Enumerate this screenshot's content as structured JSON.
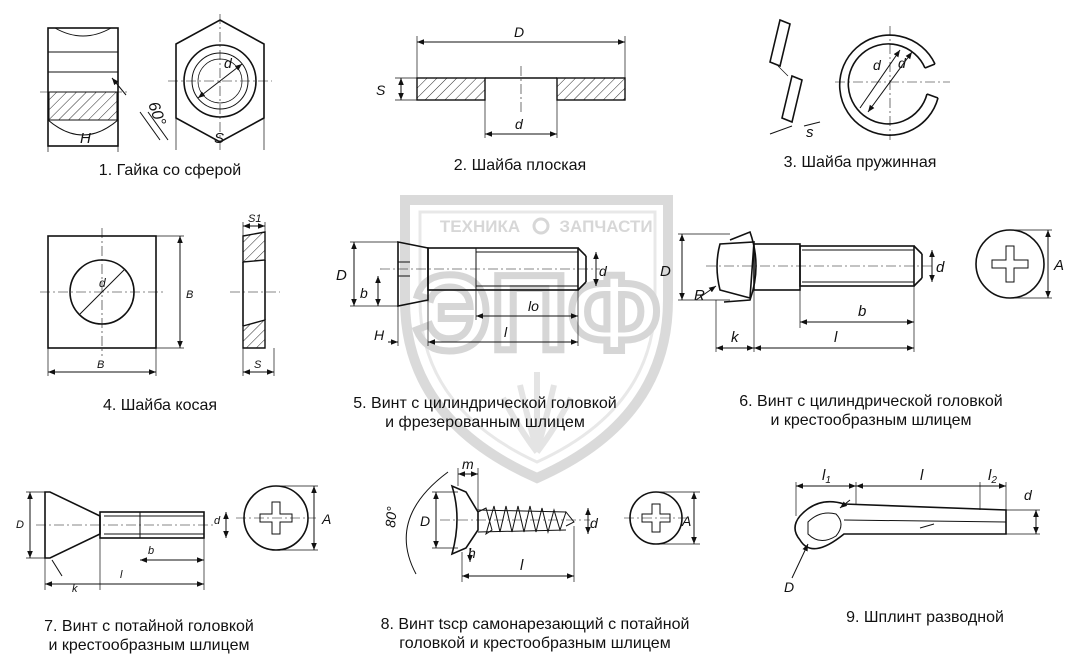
{
  "watermark": {
    "brand_left": "ТЕХНИКА",
    "brand_right": "ЗАПЧАСТИ",
    "logo": "ЭПФ",
    "color": "#c8c8c8"
  },
  "items": [
    {
      "id": 1,
      "lines": [
        "1. Гайка со сферой"
      ]
    },
    {
      "id": 2,
      "lines": [
        "2. Шайба плоская"
      ]
    },
    {
      "id": 3,
      "lines": [
        "3. Шайба пружинная"
      ]
    },
    {
      "id": 4,
      "lines": [
        "4. Шайба косая"
      ]
    },
    {
      "id": 5,
      "lines": [
        "5. Винт с цилиндрической головкой",
        "и фрезерованным шлицем"
      ]
    },
    {
      "id": 6,
      "lines": [
        "6. Винт с цилиндрической головкой",
        "и крестообразным  шлицем"
      ]
    },
    {
      "id": 7,
      "lines": [
        "7. Винт с потайной головкой",
        "и крестообразным шлицем"
      ]
    },
    {
      "id": 8,
      "lines": [
        "8. Винт tscp самонарезающий с потайной",
        "головкой и крестообразным шлицем"
      ]
    },
    {
      "id": 9,
      "lines": [
        "9. Шплинт разводной"
      ]
    }
  ],
  "dims": {
    "nut": {
      "H": "H",
      "S": "S",
      "d": "d",
      "angle": "60°"
    },
    "flat_washer": {
      "D": "D",
      "S": "S",
      "d": "d"
    },
    "spring_washer": {
      "d": "d",
      "d1": "d",
      "s": "s"
    },
    "oblique_washer": {
      "d": "d",
      "B_side": "B",
      "B_bottom": "B",
      "S1": "S1",
      "S": "S"
    },
    "screw5": {
      "D": "D",
      "b": "b",
      "d": "d",
      "lo": "lo",
      "l": "l",
      "H": "H"
    },
    "screw6": {
      "D": "D",
      "R": "R",
      "d": "d",
      "b": "b",
      "l": "l",
      "k": "k",
      "A": "A"
    },
    "screw7": {
      "D": "D",
      "d": "d",
      "b": "b",
      "l": "l",
      "k": "k",
      "A": "A"
    },
    "screw8": {
      "m": "m",
      "angle": "80°",
      "D": "D",
      "h": "h",
      "d": "d",
      "l": "l",
      "A": "A"
    },
    "pin9": {
      "l1": "l",
      "l1_sub": "1",
      "l": "l",
      "l2": "l",
      "l2_sub": "2",
      "d": "d",
      "D": "D"
    }
  }
}
